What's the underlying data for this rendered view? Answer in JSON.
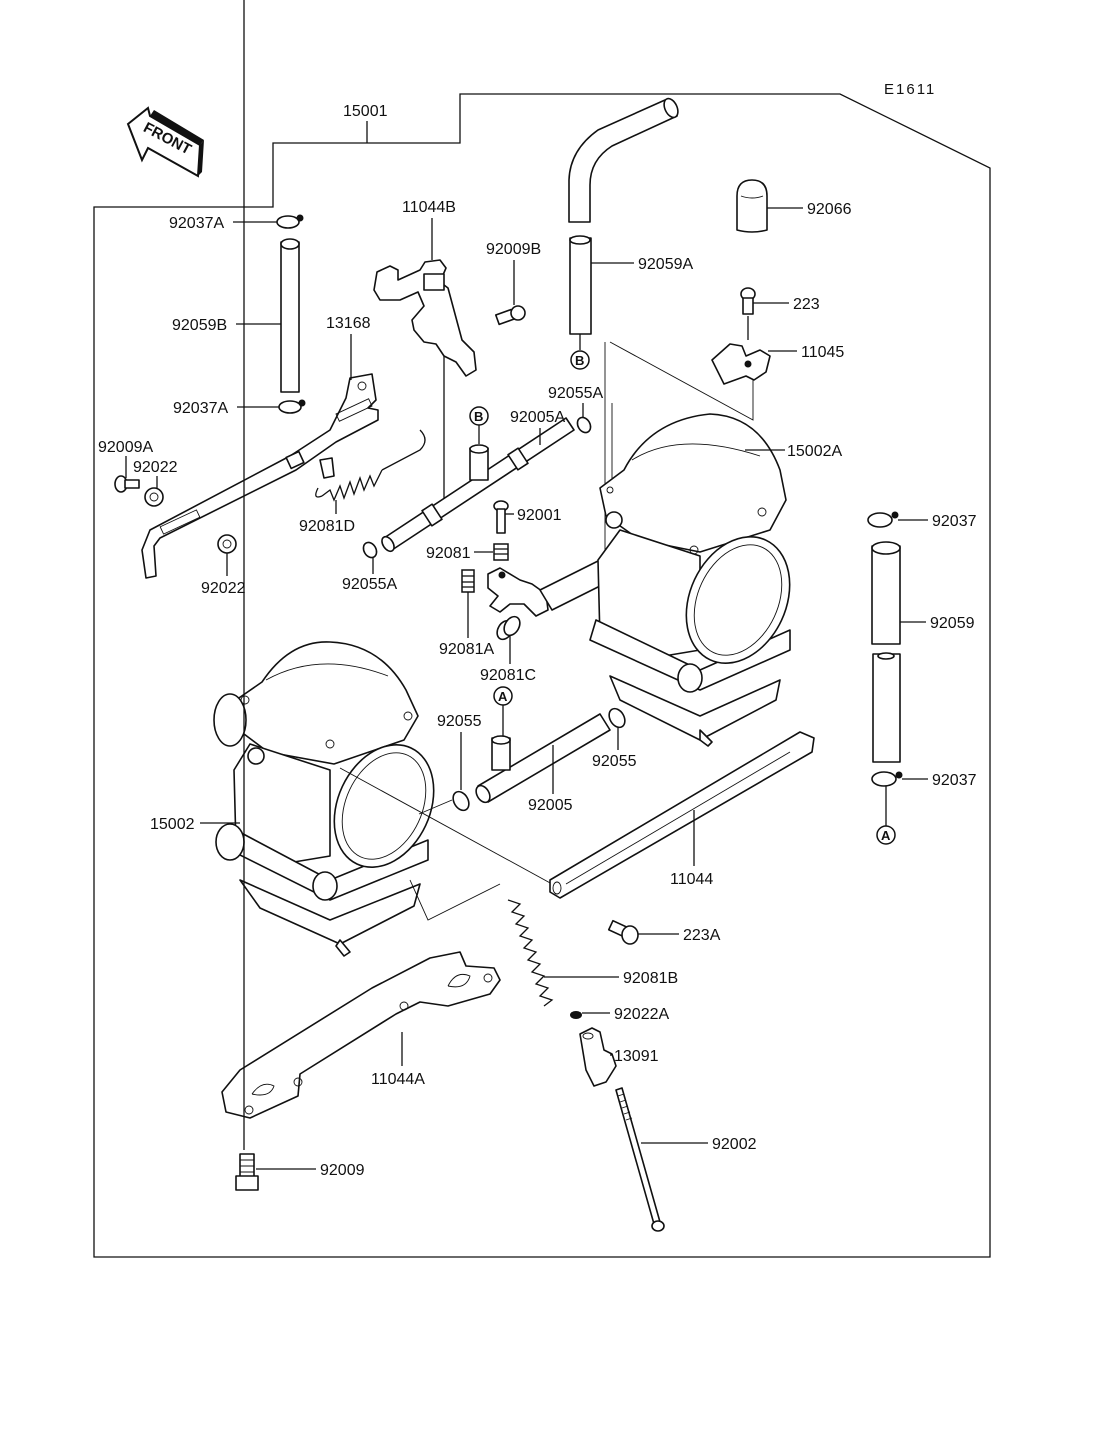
{
  "diagram": {
    "reference_code": "E1611",
    "front_arrow_label": "FRONT",
    "assembly_label": "15001",
    "connector_markers": [
      "A",
      "B"
    ],
    "parts": [
      {
        "id": "15001",
        "description": "carburetor assembly outline"
      },
      {
        "id": "92037A",
        "description": "clamp (top left)"
      },
      {
        "id": "92059B",
        "description": "tube (left vertical)"
      },
      {
        "id": "13168",
        "description": "throttle link plate"
      },
      {
        "id": "92037A",
        "description": "clamp (lower left)"
      },
      {
        "id": "92009A",
        "description": "screw"
      },
      {
        "id": "92022",
        "description": "washer (upper)"
      },
      {
        "id": "92022",
        "description": "washer (lower)"
      },
      {
        "id": "92081D",
        "description": "spring"
      },
      {
        "id": "11044B",
        "description": "bracket"
      },
      {
        "id": "92009B",
        "description": "screw"
      },
      {
        "id": "92059A",
        "description": "bent tube"
      },
      {
        "id": "92066",
        "description": "cap"
      },
      {
        "id": "223",
        "description": "screw"
      },
      {
        "id": "11045",
        "description": "bracket clip"
      },
      {
        "id": "92055A",
        "description": "o-ring (left)"
      },
      {
        "id": "92005A",
        "description": "fitting with branch B"
      },
      {
        "id": "92055A",
        "description": "o-ring (right)"
      },
      {
        "id": "15002A",
        "description": "carburetor right"
      },
      {
        "id": "92001",
        "description": "screw"
      },
      {
        "id": "92081",
        "description": "spring"
      },
      {
        "id": "92081A",
        "description": "spring"
      },
      {
        "id": "92081C",
        "description": "spring"
      },
      {
        "id": "92037",
        "description": "clamp (upper right)"
      },
      {
        "id": "92059",
        "description": "tube (right)"
      },
      {
        "id": "92037",
        "description": "clamp (lower right)"
      },
      {
        "id": "15002",
        "description": "carburetor left"
      },
      {
        "id": "92055",
        "description": "o-ring (left)"
      },
      {
        "id": "92005",
        "description": "fitting with branch A"
      },
      {
        "id": "92055",
        "description": "o-ring (right)"
      },
      {
        "id": "11044",
        "description": "upper bracket"
      },
      {
        "id": "223A",
        "description": "screw"
      },
      {
        "id": "92081B",
        "description": "spring long"
      },
      {
        "id": "92022A",
        "description": "washer small"
      },
      {
        "id": "13091",
        "description": "adjuster"
      },
      {
        "id": "92002",
        "description": "long screw"
      },
      {
        "id": "11044A",
        "description": "lower bracket"
      },
      {
        "id": "92009",
        "description": "bolt"
      }
    ],
    "labels": {
      "l15001": "15001",
      "l92037A_top": "92037A",
      "l92059B": "92059B",
      "l13168": "13168",
      "l92037A_low": "92037A",
      "l92009A": "92009A",
      "l92022_up": "92022",
      "l92022_low": "92022",
      "l92081D": "92081D",
      "l11044B": "11044B",
      "l92009B": "92009B",
      "l92059A": "92059A",
      "l92066": "92066",
      "l223": "223",
      "l11045": "11045",
      "l92055A_l": "92055A",
      "l92005A": "92005A",
      "l92055A_r": "92055A",
      "l15002A": "15002A",
      "l92001": "92001",
      "l92081": "92081",
      "l92081A": "92081A",
      "l92081C": "92081C",
      "l92037_up": "92037",
      "l92059": "92059",
      "l92037_low": "92037",
      "l15002": "15002",
      "l92055_l": "92055",
      "l92005": "92005",
      "l92055_r": "92055",
      "l11044": "11044",
      "l223A": "223A",
      "l92081B": "92081B",
      "l92022A": "92022A",
      "l13091": "13091",
      "l92002": "92002",
      "l11044A": "11044A",
      "l92009": "92009"
    }
  }
}
